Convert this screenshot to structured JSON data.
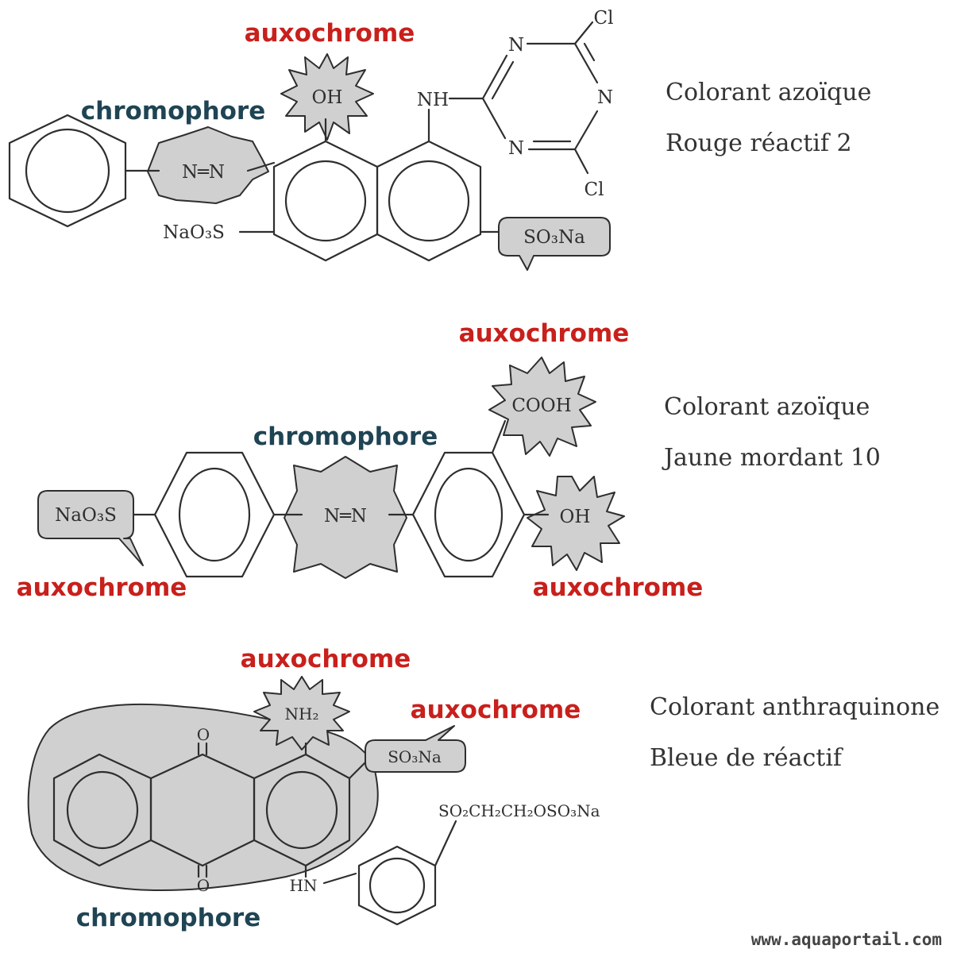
{
  "labels": {
    "auxochrome": "auxochrome",
    "chromophore": "chromophore"
  },
  "molecules": [
    {
      "family": "Colorant azoïque",
      "name": "Rouge réactif 2",
      "atoms": {
        "azo": "N═N",
        "oh": "OH",
        "nh": "NH",
        "n_top": "N",
        "n_right": "N",
        "n_bottom": "N",
        "cl_top": "Cl",
        "cl_bottom": "Cl",
        "naso3_left": "NaO₃S",
        "so3na_right": "SO₃Na"
      }
    },
    {
      "family": "Colorant azoïque",
      "name": "Jaune mordant 10",
      "atoms": {
        "azo": "N═N",
        "cooh": "COOH",
        "oh": "OH",
        "naso3": "NaO₃S"
      }
    },
    {
      "family": "Colorant anthraquinone",
      "name": "Bleue de réactif",
      "atoms": {
        "nh2": "NH₂",
        "so3na": "SO₃Na",
        "chain": "SO₂CH₂CH₂OSO₃Na",
        "o_top": "O",
        "o_bottom": "O",
        "hn": "HN"
      }
    }
  ],
  "footer": {
    "site": "www.aquaportail.com"
  },
  "colors": {
    "auxochrome": "#c8201c",
    "chromophore": "#1f4454",
    "highlight": "#d0d0d0"
  }
}
